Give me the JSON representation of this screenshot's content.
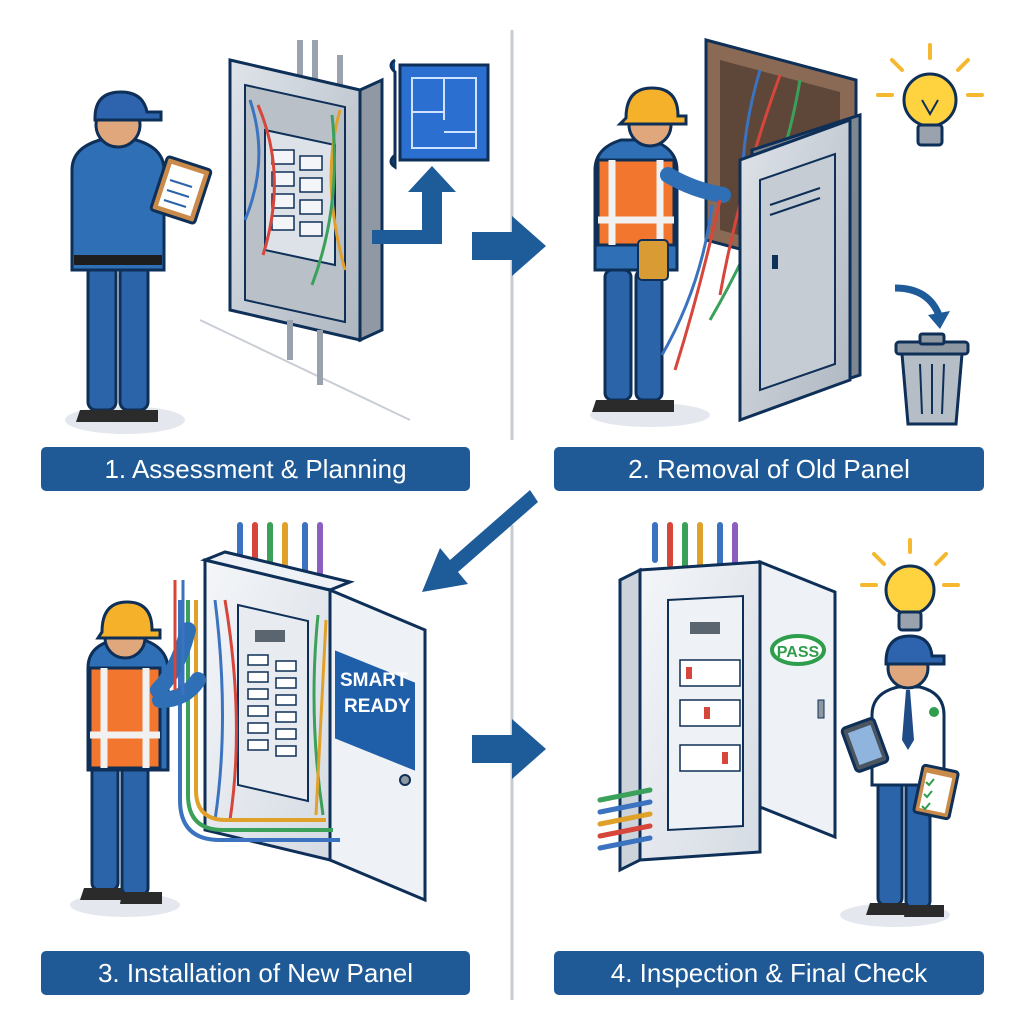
{
  "steps": [
    {
      "number": "1",
      "label": "1. Assessment & Planning"
    },
    {
      "number": "2",
      "label": "2. Removal of Old Panel"
    },
    {
      "number": "3",
      "label": "3. Installation of New Panel"
    },
    {
      "number": "4",
      "label": "4. Inspection & Final Check"
    }
  ],
  "signs": {
    "smart_line1": "SMART",
    "smart_line2": "READY",
    "pass": "PASS"
  },
  "colors": {
    "brand_blue": "#1f5a96",
    "arrow_blue": "#1e5b99",
    "safety_orange": "#f2762e",
    "hard_hat_yellow": "#f6b12a",
    "bulb_yellow": "#ffd23f",
    "pass_green": "#2f9e4c"
  }
}
